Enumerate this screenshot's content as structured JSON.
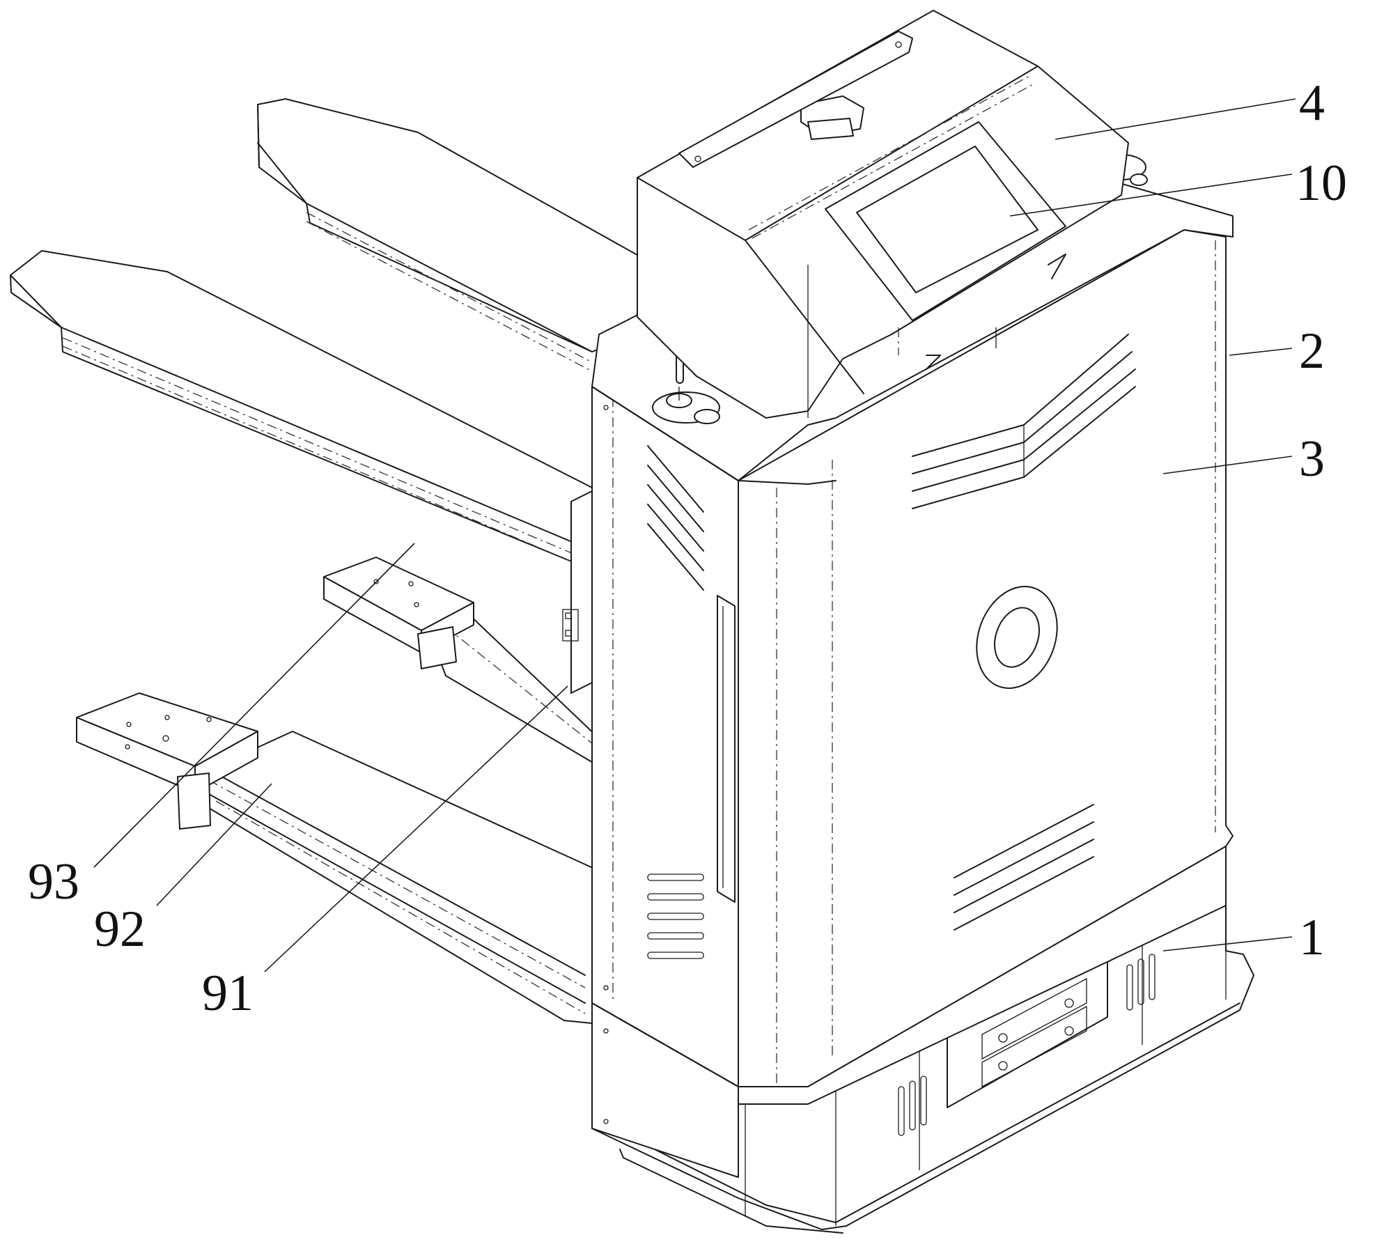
{
  "labels": {
    "l4": "4",
    "l10": "10",
    "l2": "2",
    "l3": "3",
    "l1": "1",
    "l93": "93",
    "l92": "92",
    "l91": "91"
  },
  "colors": {
    "line": "#1a1a1a",
    "background": "#ffffff"
  }
}
